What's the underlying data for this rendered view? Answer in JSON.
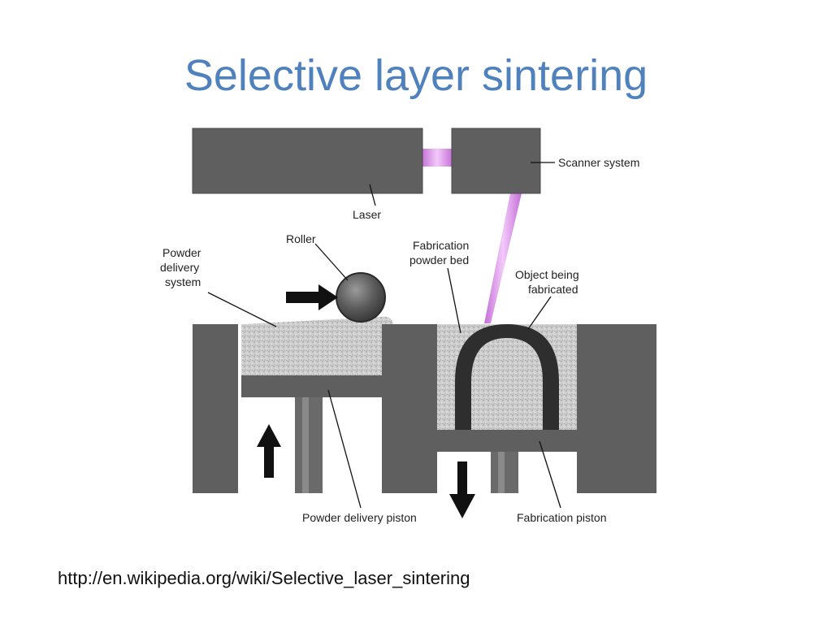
{
  "slide": {
    "title": "Selective layer sintering",
    "source_url": "http://en.wikipedia.org/wiki/Selective_laser_sintering"
  },
  "diagram": {
    "labels": {
      "laser": "Laser",
      "scanner": "Scanner system",
      "roller": "Roller",
      "powder_delivery_1": "Powder",
      "powder_delivery_2": "delivery",
      "powder_delivery_3": "system",
      "fab_bed_1": "Fabrication",
      "fab_bed_2": "powder bed",
      "object_1": "Object being",
      "object_2": "fabricated",
      "powder_piston": "Powder delivery piston",
      "fab_piston": "Fabrication piston"
    },
    "colors": {
      "machine": "#5f5f5f",
      "beam": "#d98ee6",
      "powder": "#c9c9c9",
      "object": "#2e2e2e",
      "arrow": "#111111"
    },
    "arrows": {
      "roller_motion": "right",
      "powder_piston_motion": "up",
      "fab_piston_motion": "down"
    }
  }
}
